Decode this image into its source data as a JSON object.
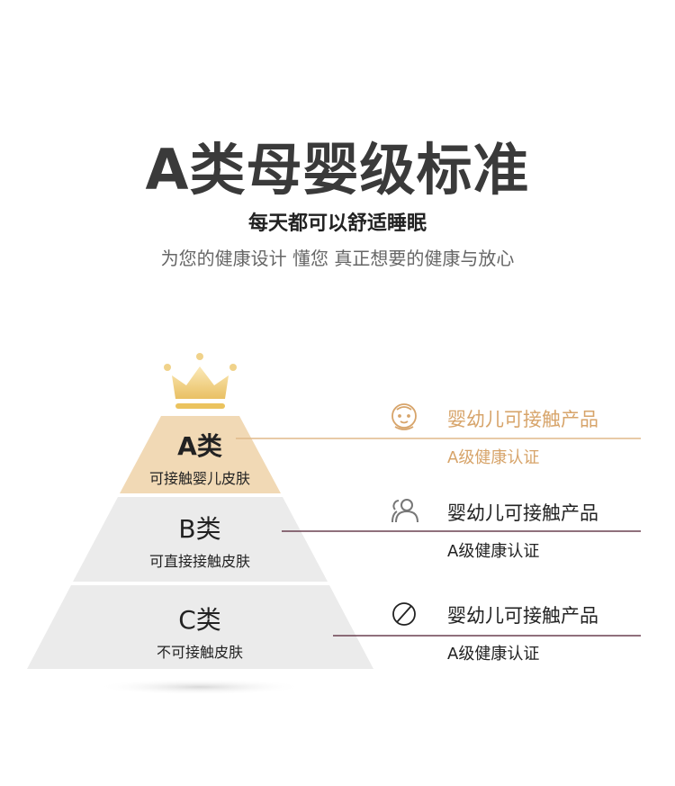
{
  "header": {
    "title": "A类母婴级标准",
    "subtitle": "每天都可以舒适睡眠",
    "tagline": "为您的健康设计 懂您 真正想要的健康与放心"
  },
  "tiers": [
    {
      "grade": "A类",
      "desc": "可接触婴儿皮肤",
      "color": "#f1d9b5"
    },
    {
      "grade": "B类",
      "desc": "可直接接触皮肤",
      "color": "#ebebeb"
    },
    {
      "grade": "C类",
      "desc": "不可接触皮肤",
      "color": "#ebebeb"
    }
  ],
  "legend": [
    {
      "icon": "baby-face-icon",
      "product": "婴幼儿可接触产品",
      "cert": "A级健康认证",
      "color": "#d7a46a"
    },
    {
      "icon": "users-icon",
      "product": "婴幼儿可接触产品",
      "cert": "A级健康认证",
      "color": "#222222"
    },
    {
      "icon": "prohibited-icon",
      "product": "婴幼儿可接触产品",
      "cert": "A级健康认证",
      "color": "#222222"
    }
  ]
}
